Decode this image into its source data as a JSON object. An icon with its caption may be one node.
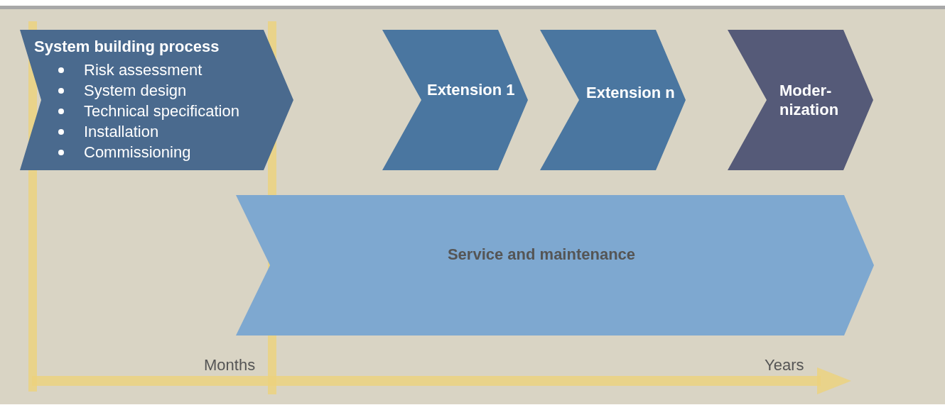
{
  "diagram": {
    "nodes": [
      {
        "text": [
          "System building process",
          "Risk assessment",
          "System design",
          "Technical specification",
          "Installation",
          "Commissioning"
        ]
      },
      {
        "text": [
          "Extension 1"
        ]
      },
      {
        "text": [
          "Extension n"
        ]
      },
      {
        "text": [
          "Moder-nization"
        ]
      },
      {
        "text": [
          "Service and maintenance"
        ]
      }
    ],
    "labels": [
      "Months",
      "Years"
    ]
  }
}
